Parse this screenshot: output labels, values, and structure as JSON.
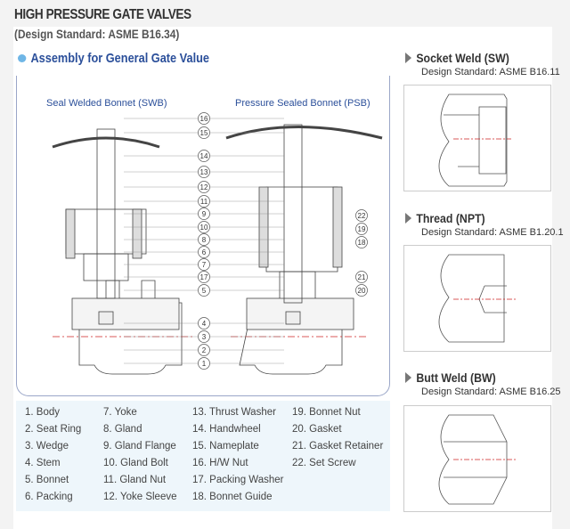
{
  "header": {
    "title": "HIGH PRESSURE GATE VALVES",
    "subtitle": "(Design Standard: ASME B16.34)",
    "section": "Assembly for General Gate Value"
  },
  "diagram": {
    "left_label": "Seal Welded Bonnet (SWB)",
    "right_label": "Pressure Sealed Bonnet (PSB)",
    "callouts": [
      "16",
      "15",
      "14",
      "13",
      "12",
      "11",
      "9",
      "10",
      "8",
      "6",
      "7",
      "17",
      "5",
      "4",
      "3",
      "2",
      "1"
    ],
    "right_callouts": [
      "22",
      "19",
      "18",
      "21",
      "20"
    ]
  },
  "legend": [
    "1. Body",
    "2. Seat Ring",
    "3. Wedge",
    "4. Stem",
    "5. Bonnet",
    "6. Packing",
    "7. Yoke",
    "8. Gland",
    "9. Gland Flange",
    "10. Gland Bolt",
    "11. Gland Nut",
    "12. Yoke Sleeve",
    "13. Thrust Washer",
    "14. Handwheel",
    "15. Nameplate",
    "16. H/W Nut",
    "17. Packing Washer",
    "18. Bonnet Guide",
    "19. Bonnet Nut",
    "20. Gasket",
    "21. Gasket Retainer",
    "22. Set Screw"
  ],
  "ends": [
    {
      "title": "Socket Weld (SW)",
      "standard": "Design Standard: ASME B16.11"
    },
    {
      "title": "Thread (NPT)",
      "standard": "Design Standard: ASME B1.20.1"
    },
    {
      "title": "Butt Weld (BW)",
      "standard": "Design Standard: ASME B16.25"
    }
  ],
  "colors": {
    "accent": "#2b4f9a",
    "centerline": "#cc2222",
    "legend_bg": "#eef6fb"
  }
}
